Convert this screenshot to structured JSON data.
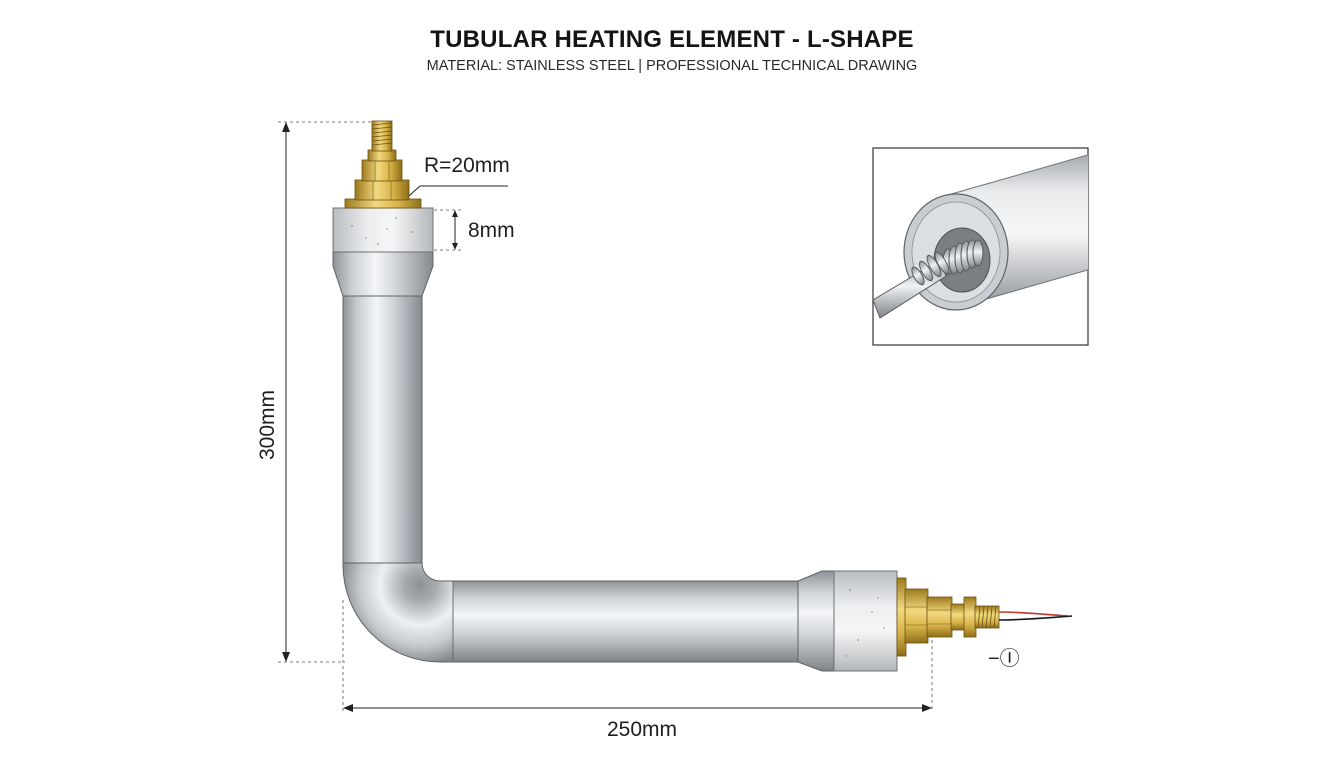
{
  "header": {
    "title": "TUBULAR HEATING ELEMENT - L-SHAPE",
    "subtitle": "MATERIAL: STAINLESS STEEL | PROFESSIONAL TECHNICAL DRAWING"
  },
  "dimensions": {
    "bend_radius": "R=20mm",
    "terminal_length": "8mm",
    "vertical_length": "300mm",
    "horizontal_length": "250mm"
  },
  "symbols": {
    "ground_marker": "−Ⓘ"
  },
  "colors": {
    "steel_light": "#f1f3f5",
    "steel_mid": "#c4c8cc",
    "steel_dark": "#8a8e93",
    "brass_light": "#f3dc8a",
    "brass_dark": "#a07f22",
    "wire_red": "#c0392b",
    "wire_black": "#1a1a1a"
  }
}
